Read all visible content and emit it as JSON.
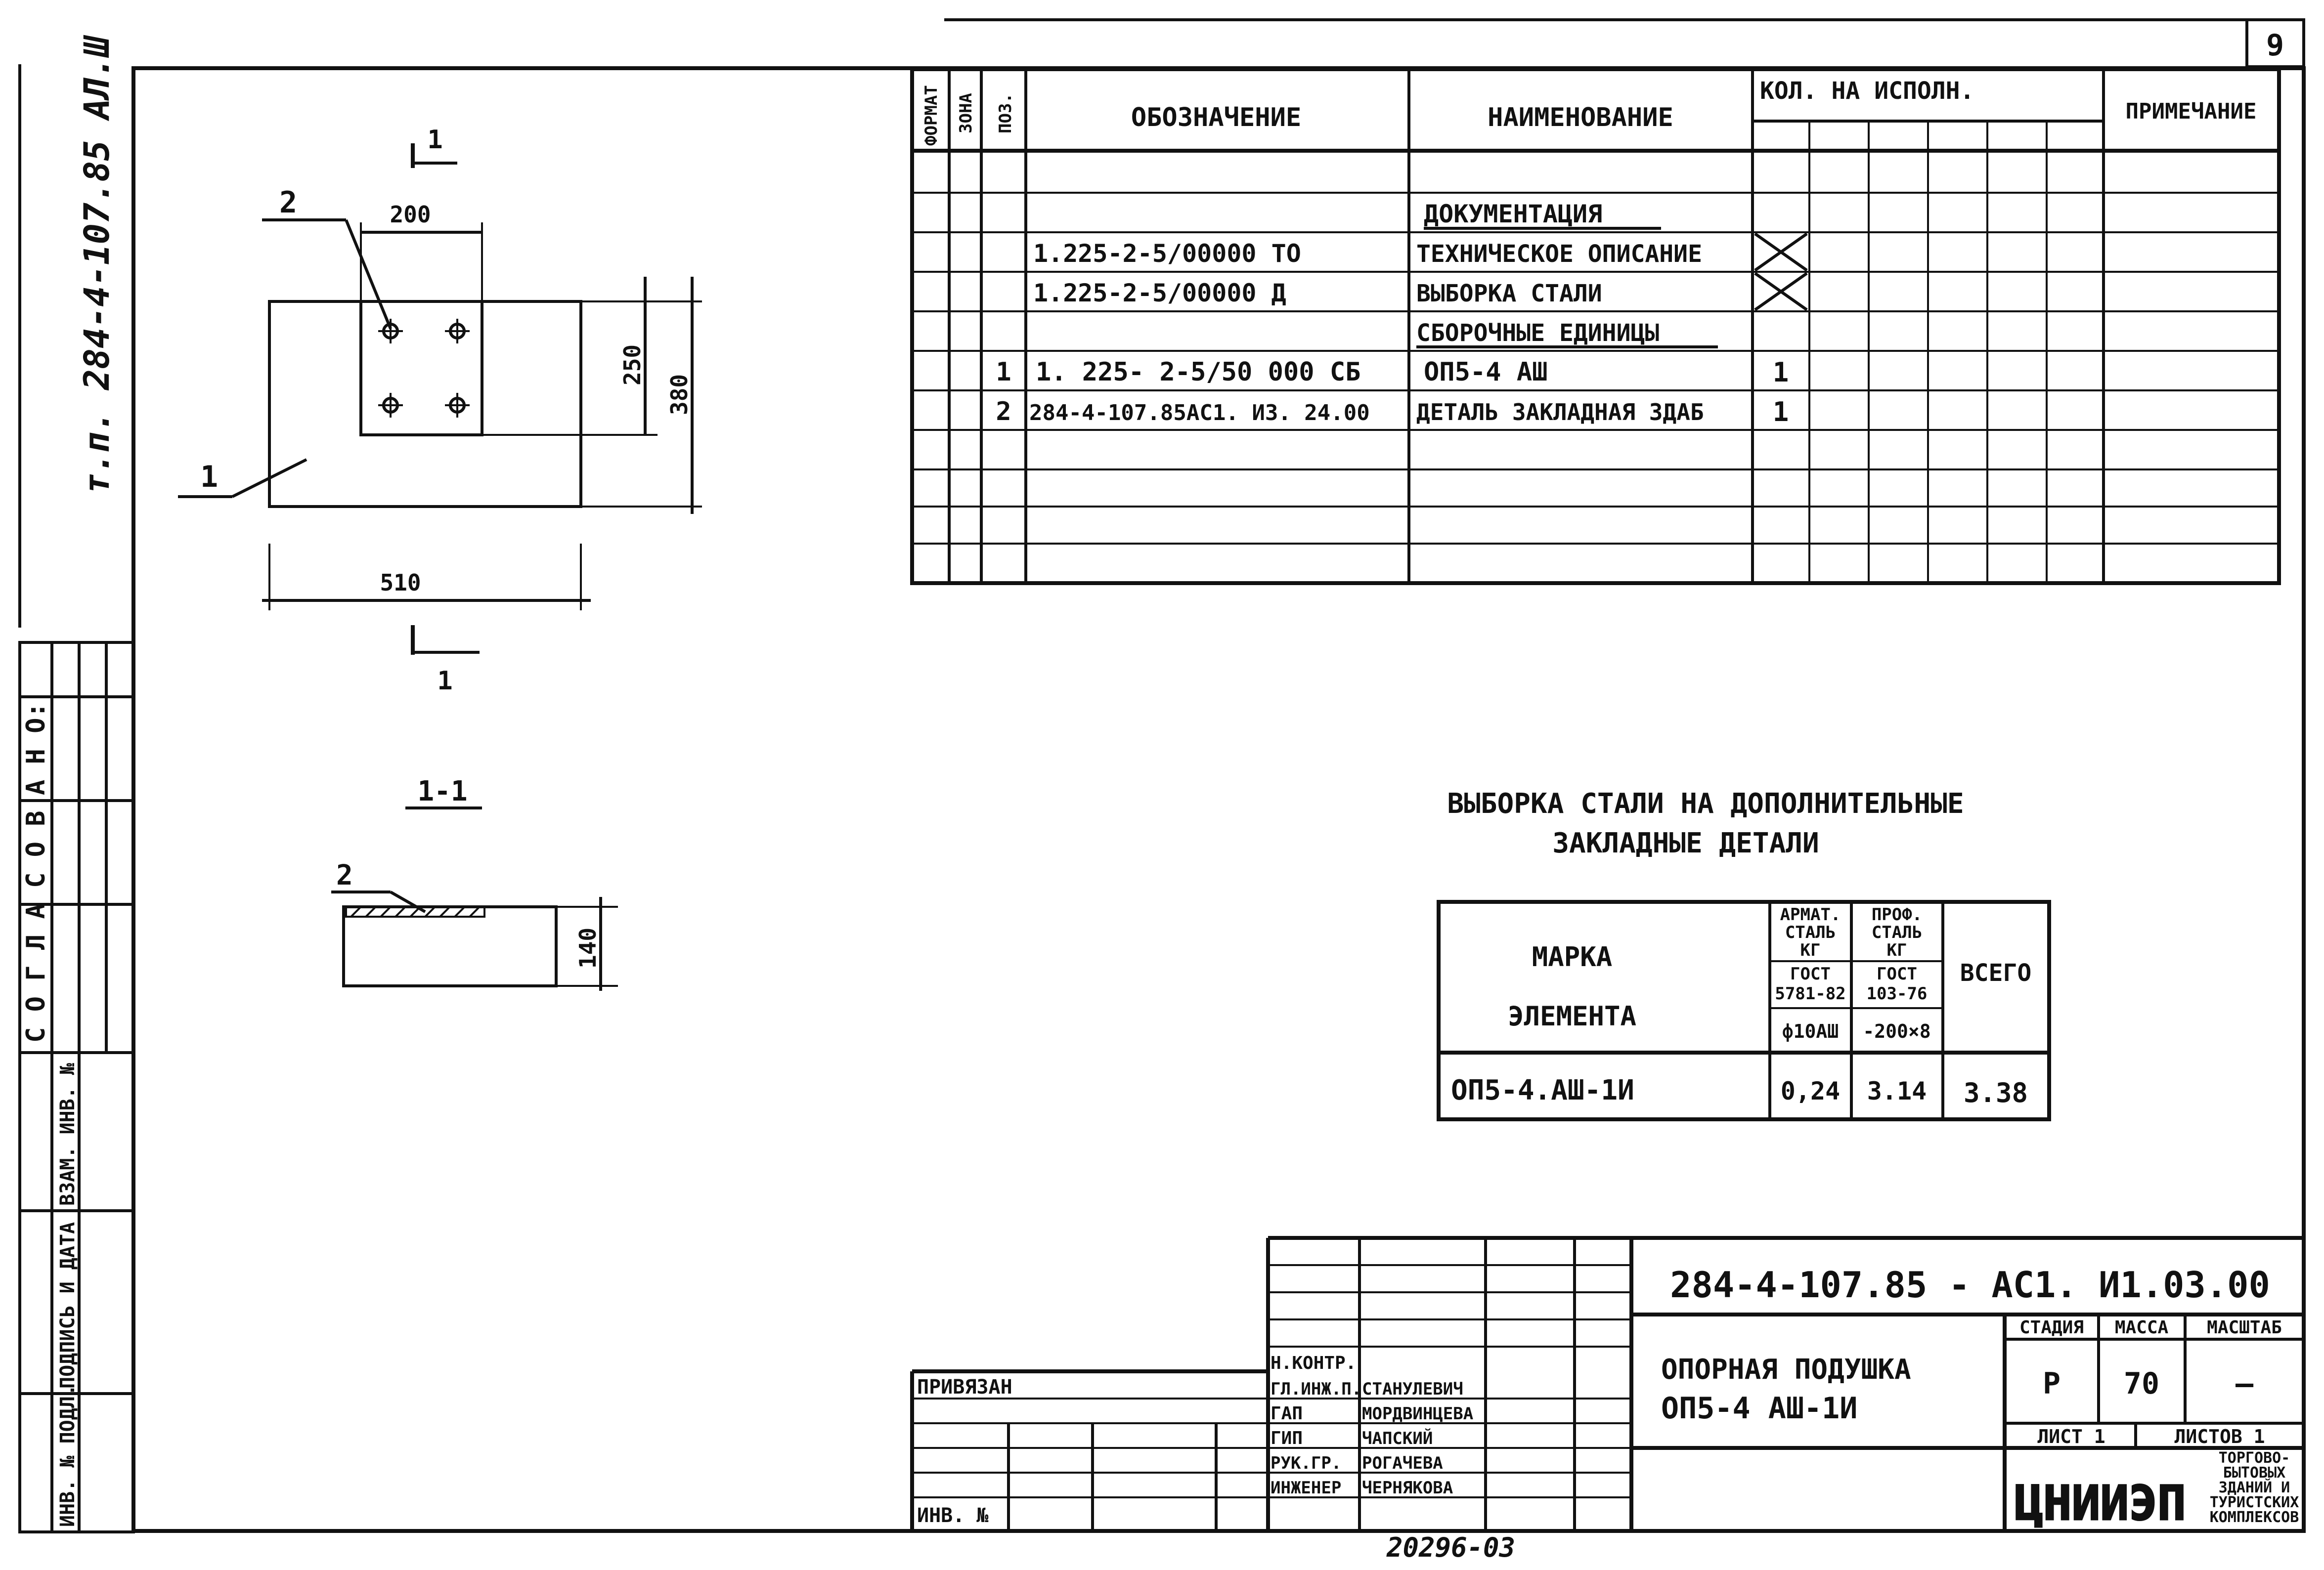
{
  "sheet_number": "9",
  "side_code": "т.п. 284-4-107.85  АЛ.Ш",
  "side_agreed": "С О Г Л А С О В А Н О:",
  "side_boxes": [
    "ИНВ. № ПОДЛ.",
    "ПОДПИСЬ И ДАТА",
    "ВЗАМ. ИНВ. №"
  ],
  "spec": {
    "headers": {
      "format": "ФОРМАТ",
      "zone": "ЗОНА",
      "pos": "ПОЗ.",
      "designation": "ОБОЗНАЧЕНИЕ",
      "name": "НАИМЕНОВАНИЕ",
      "qty": "КОЛ. НА ИСПОЛН.",
      "note": "ПРИМЕЧАНИЕ"
    },
    "rows": [
      {
        "pos": "",
        "designation": "",
        "name": "ДОКУМЕНТАЦИЯ",
        "qty": "",
        "cross": false,
        "underline": true
      },
      {
        "pos": "",
        "designation": "1.225-2-5/00000   ТО",
        "name": "ТЕХНИЧЕСКОЕ ОПИСАНИЕ",
        "qty": "",
        "cross": true,
        "underline": false
      },
      {
        "pos": "",
        "designation": "1.225-2-5/00000  Д",
        "name": "ВЫБОРКА СТАЛИ",
        "qty": "",
        "cross": true,
        "underline": false
      },
      {
        "pos": "",
        "designation": "",
        "name": "СБОРОЧНЫЕ ЕДИНИЦЫ",
        "qty": "",
        "cross": false,
        "underline": true
      },
      {
        "pos": "1",
        "designation": "1. 225- 2-5/50 000 СБ",
        "name": "ОП5-4 АШ",
        "qty": "1",
        "cross": false,
        "underline": false
      },
      {
        "pos": "2",
        "designation": "284-4-107.85АС1. ИЗ. 24.00",
        "name": "ДЕТАЛЬ ЗАКЛАДНАЯ ЗДАБ",
        "qty": "1",
        "cross": false,
        "underline": false
      }
    ]
  },
  "plan_view": {
    "dim_200": "200",
    "dim_250": "250",
    "dim_380": "380",
    "dim_510": "510",
    "label_pos_1": "1",
    "label_pos_2": "2",
    "cut_label_top": "1",
    "cut_label_bottom": "1"
  },
  "section_view": {
    "title": "1-1",
    "label_pos_2": "2",
    "dim_140": "140"
  },
  "steel_table": {
    "title_line1": "ВЫБОРКА СТАЛИ НА ДОПОЛНИТЕЛЬНЫЕ",
    "title_line2": "ЗАКЛАДНЫЕ ДЕТАЛИ",
    "mark_header_line1": "МАРКА",
    "mark_header_line2": "ЭЛЕМЕНТА",
    "col1_h1": "АРМАТ.",
    "col1_h2": "СТАЛЬ",
    "col1_h3": "КГ",
    "col1_gost1": "ГОСТ",
    "col1_gost2": "5781-82",
    "col1_spec": "ф10АШ",
    "col2_h1": "ПРОФ.",
    "col2_h2": "СТАЛЬ",
    "col2_h3": "КГ",
    "col2_gost1": "ГОСТ",
    "col2_gost2": "103-76",
    "col2_spec": "-200×8",
    "total_header": "ВСЕГО",
    "row_mark": "ОП5-4.АШ-1И",
    "row_val1": "0,24",
    "row_val2": "3.14",
    "row_total": "3.38"
  },
  "title_block": {
    "code": "284-4-107.85 - АС1. И1.03.00",
    "title_line1": "ОПОРНАЯ  ПОДУШКА",
    "title_line2": "ОП5-4 АШ-1И",
    "stage_label": "СТАДИЯ",
    "mass_label": "МАССА",
    "scale_label": "МАСШТАБ",
    "stage_value": "Р",
    "mass_value": "70",
    "scale_value": "—",
    "sheet_label": "ЛИСТ 1",
    "sheets_label": "ЛИСТОВ 1",
    "org_logo": "ЦНИИЭП",
    "org_lines": [
      "ТОРГОВО-",
      "БЫТОВЫХ",
      "ЗДАНИЙ И",
      "ТУРИСТСКИХ",
      "КОМПЛЕКСОВ"
    ],
    "privyazan": "ПРИВЯЗАН",
    "inv_no": "ИНВ. №",
    "roles": [
      {
        "role": "Н.КОНТР.",
        "name": ""
      },
      {
        "role": "ГЛ.ИНЖ.П.",
        "name": "СТАНУЛЕВИЧ"
      },
      {
        "role": "ГАП",
        "name": "МОРДВИНЦЕВА"
      },
      {
        "role": "ГИП",
        "name": "ЧАПСКИЙ"
      },
      {
        "role": "РУК.ГР.",
        "name": "РОГАЧЕВА"
      },
      {
        "role": "ИНЖЕНЕР",
        "name": "ЧЕРНЯКОВА"
      }
    ]
  },
  "bottom_number": "20296-03"
}
